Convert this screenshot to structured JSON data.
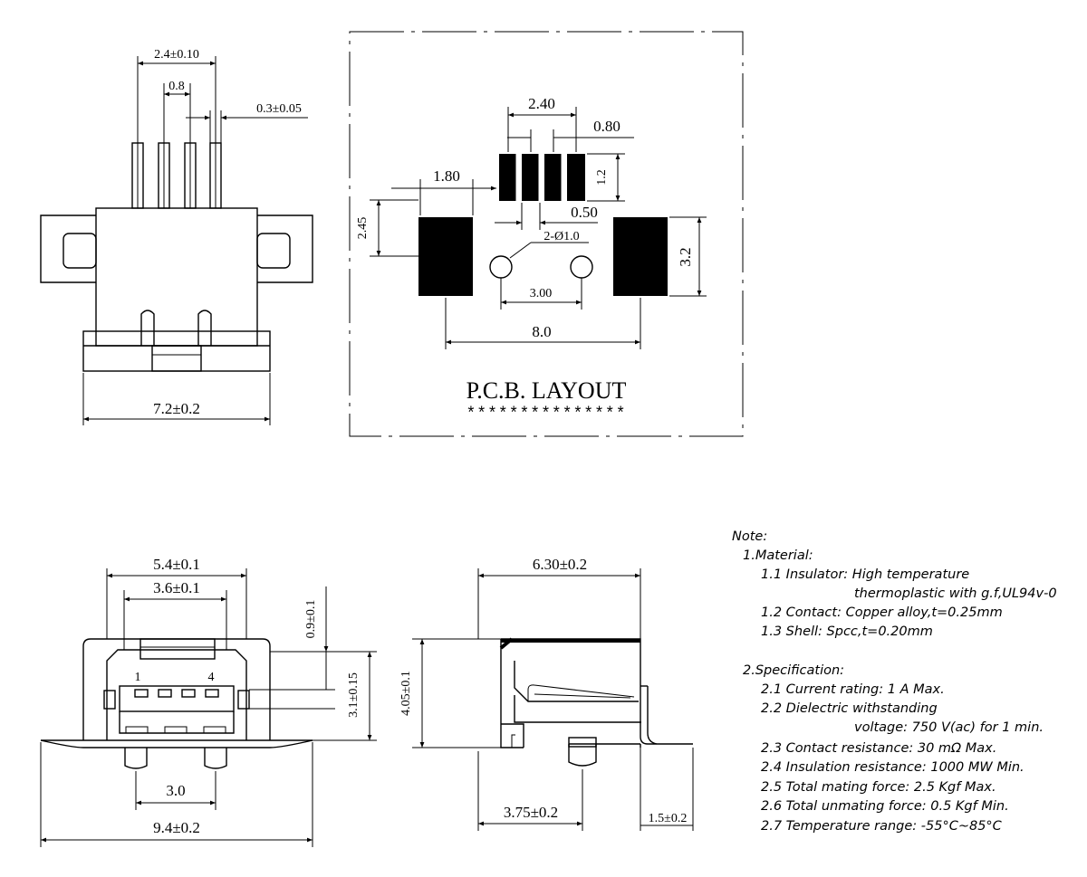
{
  "top_view": {
    "dims": {
      "pitch_total": "2.4±0.10",
      "pitch": "0.8",
      "pin_width": "0.3±0.05",
      "width": "7.2±0.2"
    }
  },
  "pcb_layout": {
    "title": "P.C.B. LAYOUT",
    "stars": "***************",
    "dims": {
      "pad_span": "2.40",
      "pad_pitch": "0.80",
      "pad_height": "1.2",
      "pad_offset": "1.80",
      "pad_width": "0.50",
      "shell_offset": "2.45",
      "holes": "2-Ø1.0",
      "shell_height": "3.2",
      "hole_spacing": "3.00",
      "shell_span": "8.0"
    }
  },
  "front_view": {
    "dims": {
      "outer_width": "5.4±0.1",
      "inner_width": "3.6±0.1",
      "top_gap": "0.9±0.1",
      "height": "3.1±0.15",
      "peg_spacing": "3.0",
      "total_width": "9.4±0.2"
    },
    "pin_labels": [
      "1",
      "4"
    ]
  },
  "side_view": {
    "dims": {
      "length": "6.30±0.2",
      "height": "4.05±0.1",
      "peg_position": "3.75±0.2",
      "tab_length": "1.5±0.2"
    }
  },
  "notes": {
    "heading": "Note:",
    "material_heading": "1.Material:",
    "material": [
      "1.1  Insulator:  High  temperature",
      "thermoplastic  with  g.f,UL94v-0",
      "1.2  Contact:  Copper  alloy,t=0.25mm",
      "1.3  Shell:  Spcc,t=0.20mm"
    ],
    "spec_heading": "2.Specification:",
    "spec": [
      "2.1  Current  rating:  1  A  Max.",
      "2.2  Dielectric  withstanding",
      "voltage:  750  V(ac)  for  1  min.",
      "2.3  Contact  resistance:  30  mΩ  Max.",
      "2.4  Insulation  resistance:  1000  MW  Min.",
      "2.5  Total  mating  force:  2.5  Kgf  Max.",
      "2.6  Total  unmating  force:  0.5  Kgf  Min.",
      "2.7  Temperature  range:  -55°C~85°C"
    ]
  }
}
